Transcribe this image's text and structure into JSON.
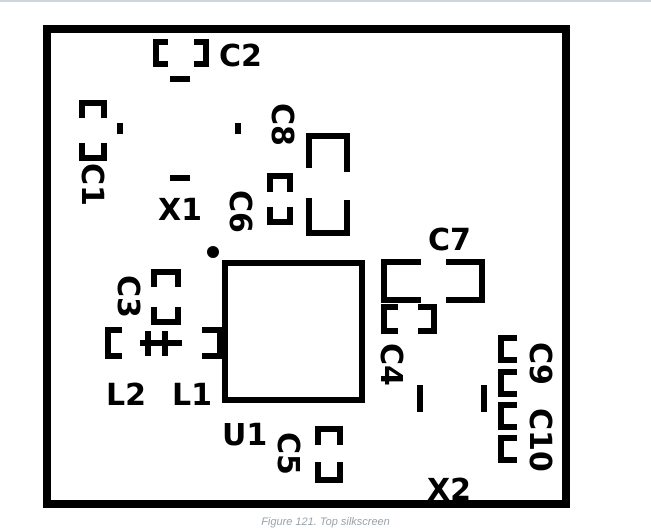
{
  "figure": {
    "caption": "Figure 121. Top silkscreen",
    "labels": {
      "c1": "C1",
      "c2": "C2",
      "c3": "C3",
      "c4": "C4",
      "c5": "C5",
      "c6": "C6",
      "c7": "C7",
      "c8": "C8",
      "c9": "C9",
      "c10": "C10",
      "l1": "L1",
      "l2": "L2",
      "u1": "U1",
      "x1": "X1",
      "x2": "X2"
    }
  }
}
